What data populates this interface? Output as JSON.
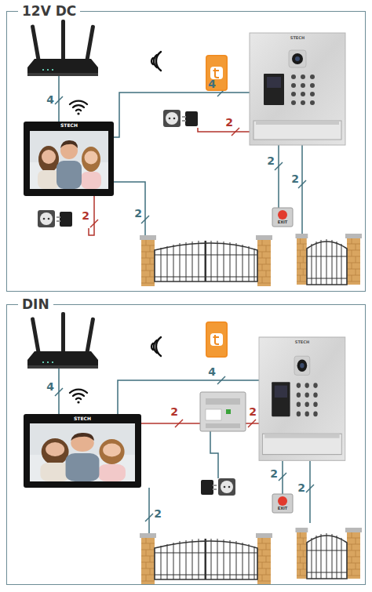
{
  "diagram": {
    "nodes": [
      {
        "text": [
          "12V DC"
        ]
      },
      {
        "text": [
          "DIN"
        ]
      }
    ],
    "labels": [
      "4",
      "STECH",
      "4",
      "STECH",
      "2",
      "2",
      "2",
      "2",
      "EXIT",
      "2",
      "4",
      "STECH",
      "4",
      "STECH",
      "2",
      "2",
      "2",
      "2",
      "EXIT",
      "2"
    ]
  }
}
